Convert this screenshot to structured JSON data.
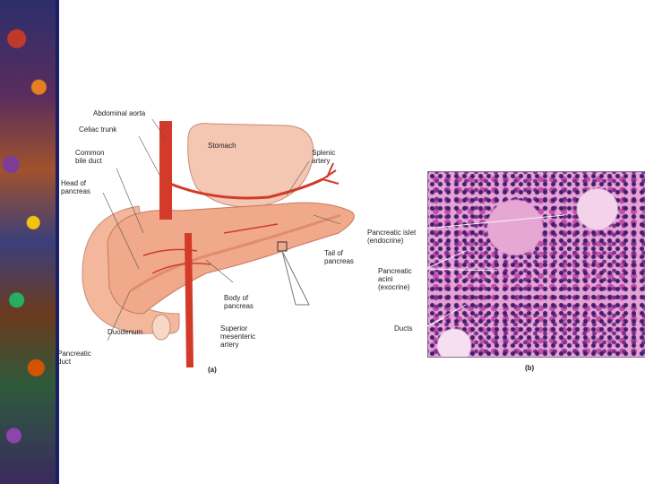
{
  "diagram_a": {
    "labels": {
      "abdominal_aorta": "Abdominal aorta",
      "celiac_trunk": "Celiac trunk",
      "common_bile_duct": "Common\nbile duct",
      "head_of_pancreas": "Head of\npancreas",
      "stomach": "Stomach",
      "splenic_artery": "Splenic\nartery",
      "tail_of_pancreas": "Tail of\npancreas",
      "body_of_pancreas": "Body of\npancreas",
      "duodenum": "Duodenum",
      "superior_mesenteric_artery": "Superior\nmesenteric\nartery",
      "pancreatic_duct": "Pancreatic\nduct",
      "panel": "(a)"
    }
  },
  "histology_b": {
    "labels": {
      "pancreatic_islet": "Pancreatic islet\n(endocrine)",
      "pancreatic_acini": "Pancreatic\nacini\n(exocrine)",
      "ducts": "Ducts",
      "panel": "(b)"
    }
  },
  "colors": {
    "pancreas": "#f0a98a",
    "artery": "#d23a2a",
    "stomach": "#f4c7b3",
    "histology": "#e6a2d4"
  }
}
